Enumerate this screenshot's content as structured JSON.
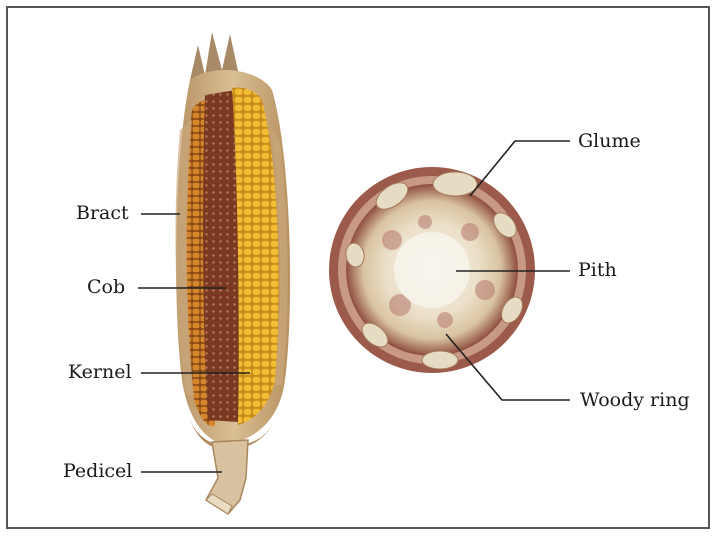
{
  "figure": {
    "title": "",
    "left_specimen": "corn-ear",
    "right_specimen": "cob-cross-section"
  },
  "labels": {
    "bract": "Bract",
    "cob": "Cob",
    "kernel": "Kernel",
    "pedicel": "Pedicel",
    "glume": "Glume",
    "pith": "Pith",
    "woody_ring": "Woody ring"
  },
  "colors": {
    "border": "#555555",
    "leader_line": "#222222",
    "text": "#1a1a1a",
    "husk": "#c9a77a",
    "kernel_yellow": "#e8b02a",
    "kernel_orange": "#d0801e",
    "cob_red": "#7a3a22",
    "section_outer": "#9c5a4a",
    "section_inner": "#efe6d2"
  }
}
